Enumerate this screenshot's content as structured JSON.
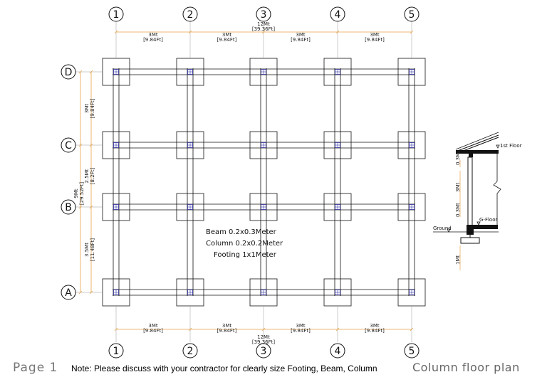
{
  "colors": {
    "dimension": "#e8a34a",
    "line": "#111111",
    "column": "#3a3aa8"
  },
  "grid": {
    "columns": [
      "1",
      "2",
      "3",
      "4",
      "5"
    ],
    "rows": [
      "D",
      "C",
      "B",
      "A"
    ]
  },
  "dims": {
    "top_total": [
      "12Mt",
      "[39.36Ft]"
    ],
    "bottom_total": [
      "12Mt",
      "[39.36Ft]"
    ],
    "spans_x": [
      [
        "3Mt",
        "[9.84Ft]"
      ],
      [
        "3Mt",
        "[9.84Ft]"
      ],
      [
        "3Mt",
        "[9.84Ft]"
      ],
      [
        "3Mt",
        "[9.84Ft]"
      ]
    ],
    "left_total": [
      "9Mt",
      "[29.52Ft]"
    ],
    "spans_y": [
      [
        "3Mt",
        "[9.84Ft]"
      ],
      [
        "2.5Mt",
        "[8.2Ft]"
      ],
      [
        "3.5Mt",
        "[11.48Ft]"
      ]
    ]
  },
  "legend": {
    "beam": "Beam  0.2x0.3Meter",
    "column": "Column  0.2x0.2Meter",
    "footing": "Footing 1x1Meter"
  },
  "section": {
    "first_floor": "1st Floor",
    "ground_floor": "G-Floor",
    "ground": "Ground",
    "dim_a": "0.3Mt",
    "dim_b": "3Mt",
    "dim_c": "0.3Mt",
    "dim_d": "1Mt"
  },
  "footer": {
    "page": "Page 1",
    "note": "Note: Please discuss with your contractor for clearly size Footing, Beam, Column",
    "title": "Column floor plan"
  }
}
